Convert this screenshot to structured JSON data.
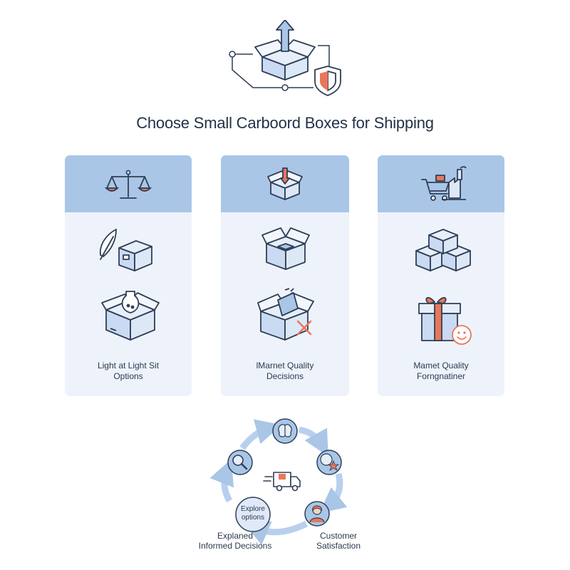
{
  "title": "Choose Small Carboord Boxes for Shipping",
  "cards": [
    {
      "id": "left",
      "caption_lines": [
        "Light at Light Sit",
        "Options"
      ],
      "icons": [
        "balance-scale-icon",
        "feather-box-icon",
        "fragile-box-icon"
      ]
    },
    {
      "id": "middle",
      "caption_lines": [
        "lMarnet Quality",
        "Decisions"
      ],
      "icons": [
        "box-down-arrow-icon",
        "open-box-icon",
        "damaged-box-icon"
      ]
    },
    {
      "id": "right",
      "caption_lines": [
        "Mamet Quality",
        "Forngnatiner"
      ],
      "icons": [
        "factory-cart-icon",
        "stacked-boxes-icon",
        "gift-box-smile-icon"
      ]
    }
  ],
  "cycle": {
    "nodes": [
      "brain-icon",
      "rating-star-icon",
      "customer-avatar-icon",
      "explore-options-node",
      "magnifier-icon"
    ],
    "center_icon": "delivery-truck-icon",
    "node_text": "Explore options",
    "labels": {
      "bottom_left": [
        "Explaned",
        "Informed Decisions"
      ],
      "bottom_right": [
        "Customer",
        "Satisfaction"
      ]
    }
  },
  "colors": {
    "accent_blue": "#a9c6e7",
    "card_bg": "#eef3fb",
    "outline": "#2f3e56",
    "box_fill": "#c9daf2",
    "accent_orange": "#e8775a"
  }
}
